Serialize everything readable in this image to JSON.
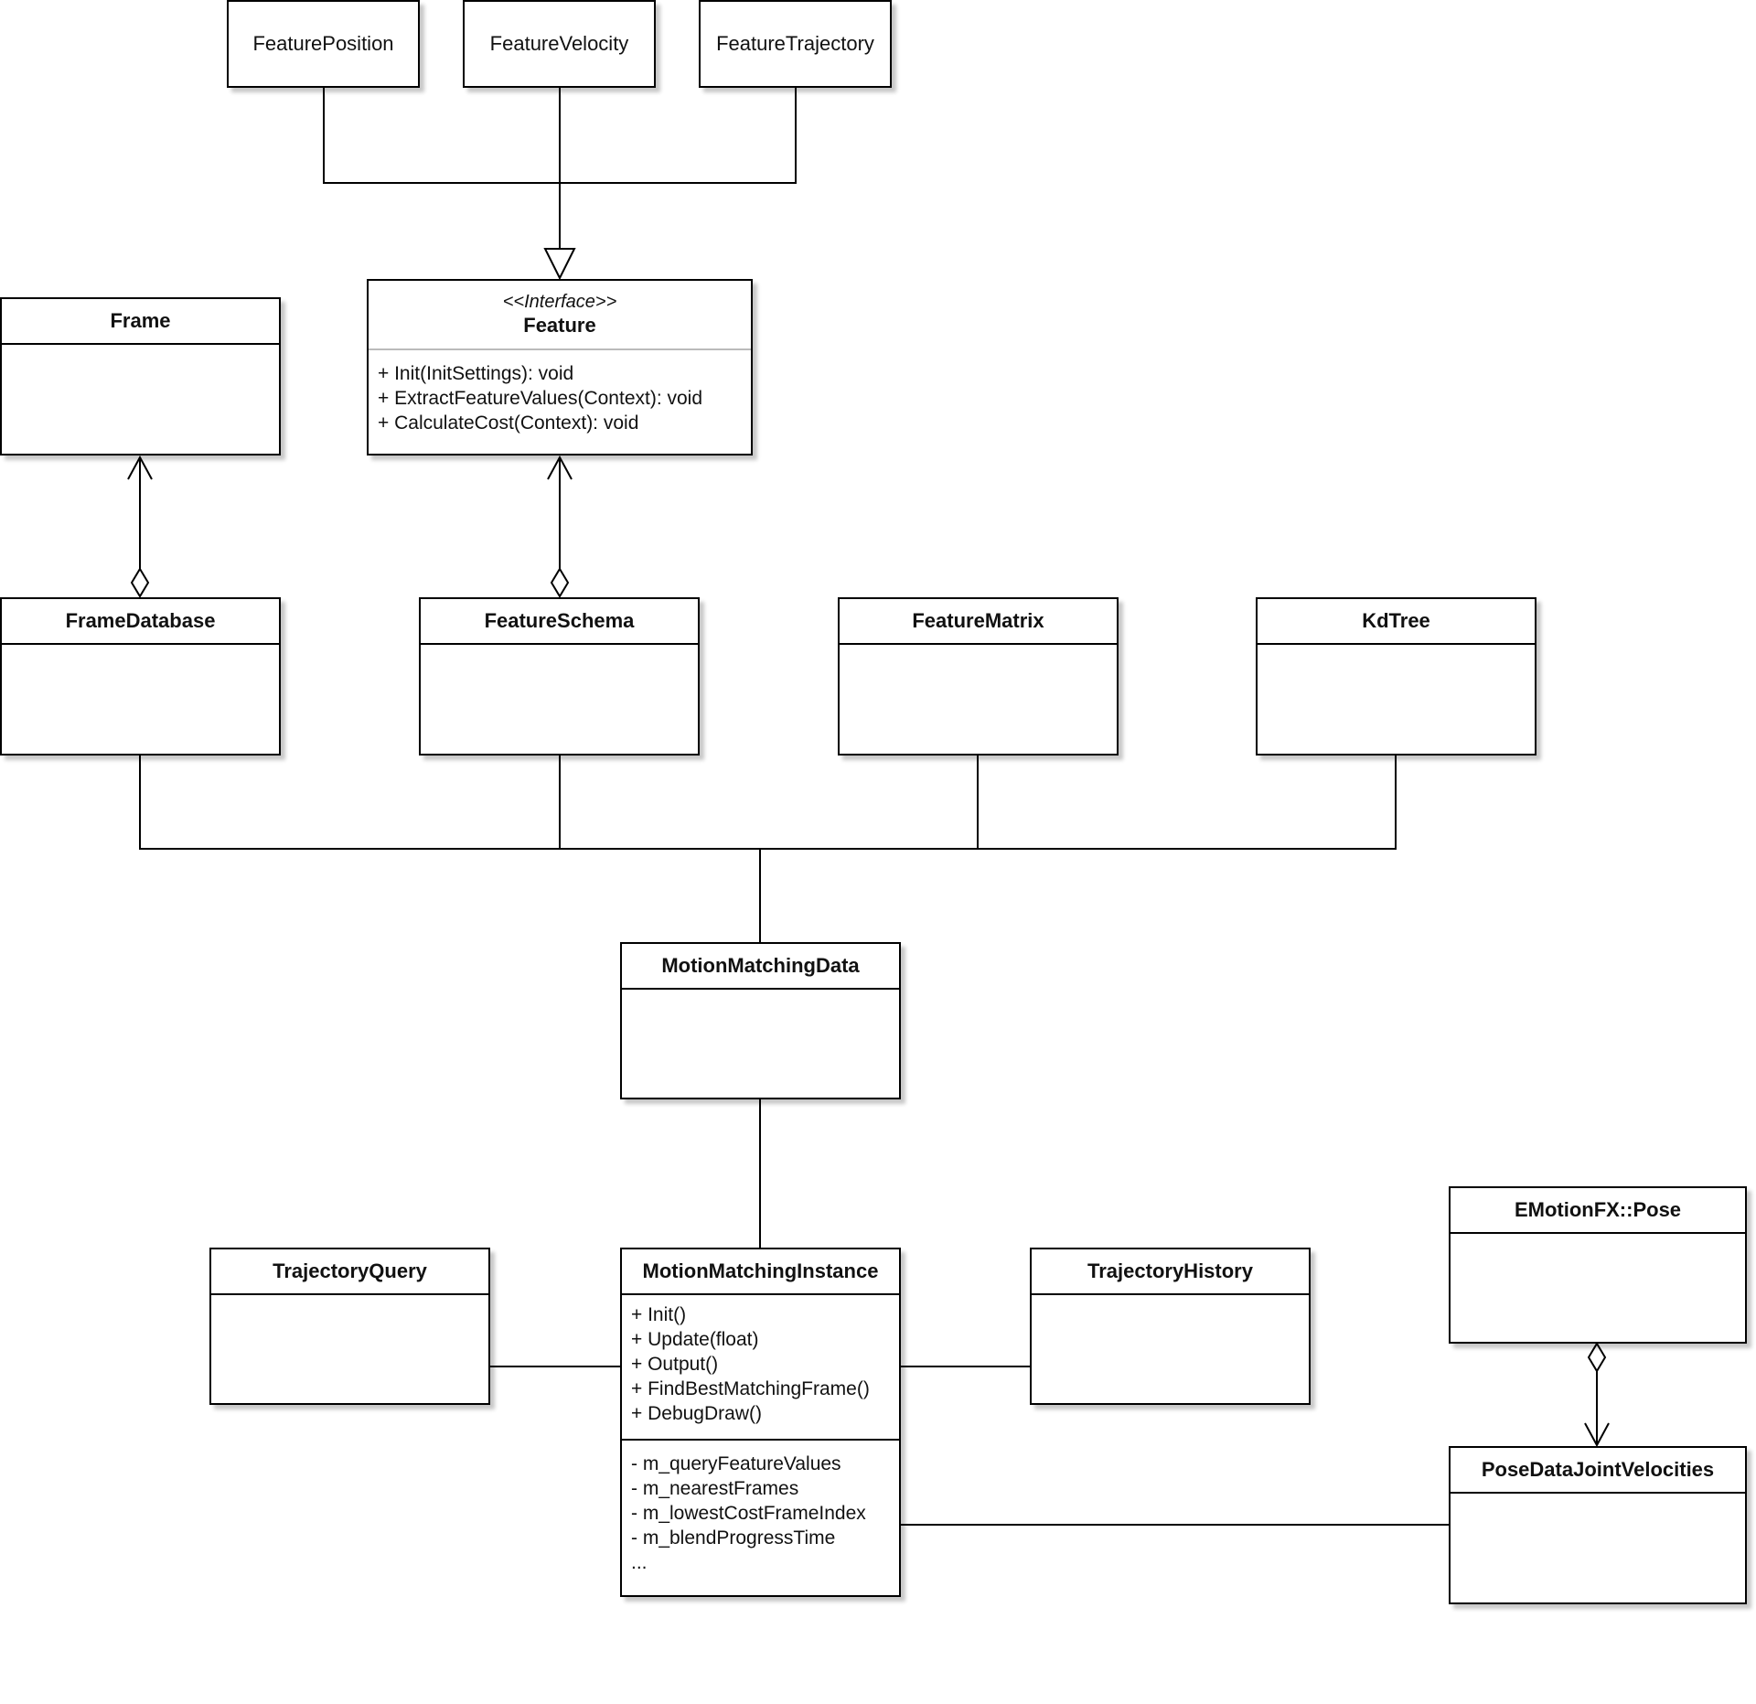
{
  "boxes": {
    "feature_position": {
      "name": "FeaturePosition"
    },
    "feature_velocity": {
      "name": "FeatureVelocity"
    },
    "feature_trajectory": {
      "name": "FeatureTrajectory"
    },
    "feature": {
      "stereotype": "<<Interface>>",
      "name": "Feature",
      "methods": [
        "+ Init(InitSettings): void",
        "+ ExtractFeatureValues(Context): void",
        "+ CalculateCost(Context): void"
      ]
    },
    "frame": {
      "name": "Frame"
    },
    "frame_database": {
      "name": "FrameDatabase"
    },
    "feature_schema": {
      "name": "FeatureSchema"
    },
    "feature_matrix": {
      "name": "FeatureMatrix"
    },
    "kd_tree": {
      "name": "KdTree"
    },
    "motion_matching_data": {
      "name": "MotionMatchingData"
    },
    "trajectory_query": {
      "name": "TrajectoryQuery"
    },
    "motion_matching_instance": {
      "name": "MotionMatchingInstance",
      "methods": [
        "+ Init()",
        "+ Update(float)",
        "+ Output()",
        "+ FindBestMatchingFrame()",
        "+ DebugDraw()"
      ],
      "attributes": [
        "- m_queryFeatureValues",
        "- m_nearestFrames",
        "- m_lowestCostFrameIndex",
        "- m_blendProgressTime",
        "..."
      ]
    },
    "trajectory_history": {
      "name": "TrajectoryHistory"
    },
    "emotionfx_pose": {
      "name": "EMotionFX::Pose"
    },
    "pose_data_joint_velocities": {
      "name": "PoseDataJointVelocities"
    }
  }
}
